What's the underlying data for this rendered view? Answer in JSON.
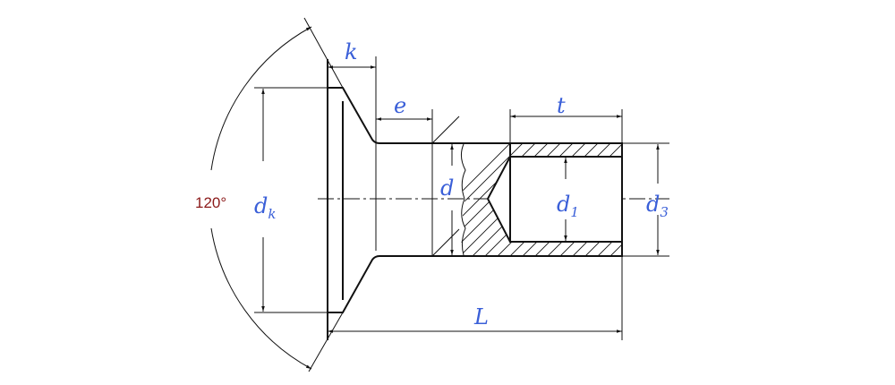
{
  "title": "Countersunk head semi-tubular rivet dimension drawing",
  "labels": {
    "k": "k",
    "e": "e",
    "d": "d",
    "t": "t",
    "dk_main": "d",
    "dk_sub": "k",
    "d1_main": "d",
    "d1_sub": "1",
    "d3_main": "d",
    "d3_sub": "3",
    "L": "L",
    "angle": "120°"
  },
  "colors": {
    "label": "#3a5fd8",
    "angle": "#8b1a1a",
    "line": "#111111"
  }
}
